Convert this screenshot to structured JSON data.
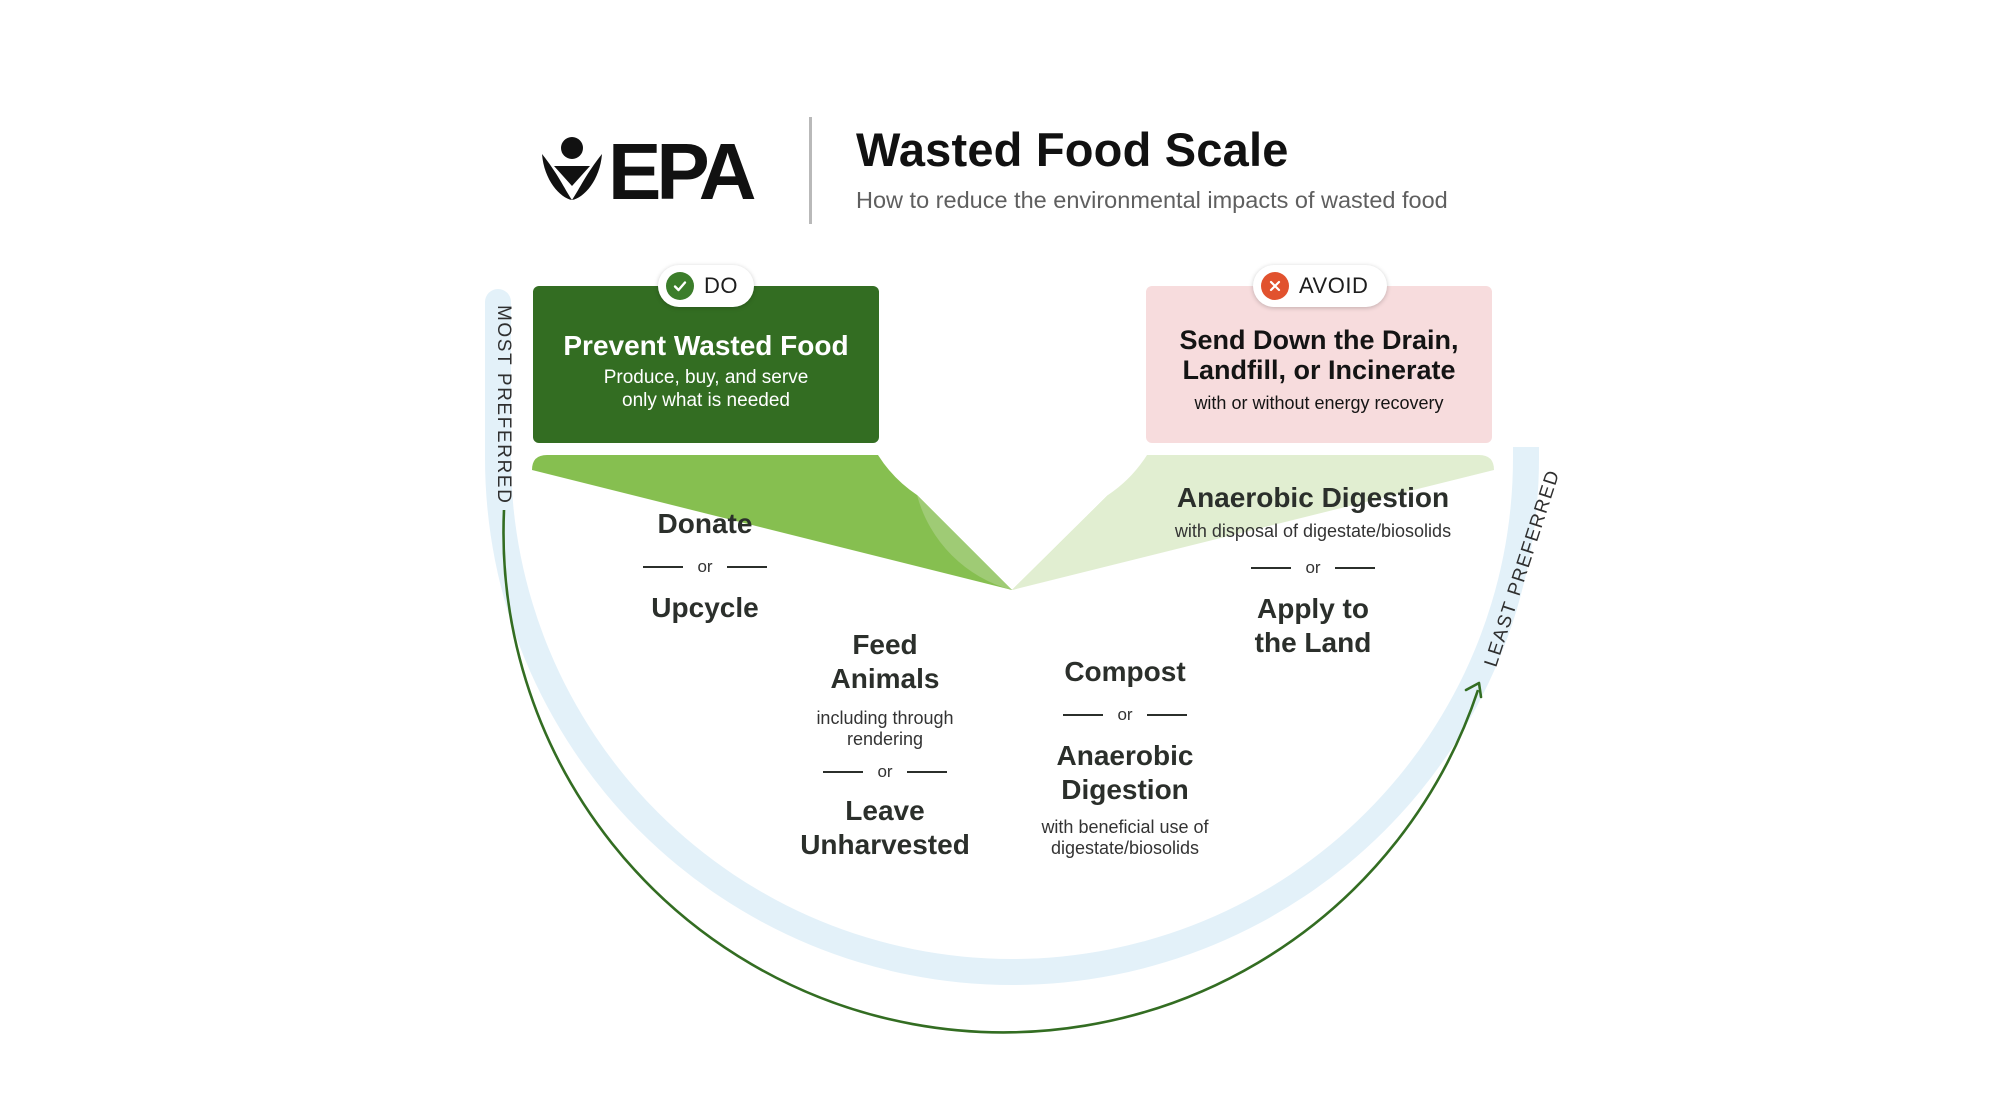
{
  "header": {
    "logo_text": "EPA",
    "title": "Wasted Food Scale",
    "subtitle": "How to reduce the environmental impacts of wasted food"
  },
  "scale": {
    "most_label": "MOST PREFERRED",
    "least_label": "LEAST PREFERRED"
  },
  "do": {
    "badge_label": "DO",
    "badge_icon": "check-icon",
    "title": "Prevent Wasted Food",
    "description": "Produce, buy, and serve\nonly what is needed",
    "color": "#336d22"
  },
  "avoid": {
    "badge_label": "AVOID",
    "badge_icon": "x-icon",
    "title": "Send Down the Drain,\nLandfill, or Incinerate",
    "description": "with or without energy recovery",
    "color": "#f7dcdd"
  },
  "or_label": "or",
  "segments": [
    {
      "color": "#86bf50",
      "primary": "Donate",
      "secondary": "Upcycle"
    },
    {
      "color": "#9fcb75",
      "primary": "Feed\nAnimals",
      "primary_note": "including through\nrendering",
      "secondary": "Leave\nUnharvested"
    },
    {
      "color": "#c4dea2",
      "primary": "Compost",
      "secondary": "Anaerobic\nDigestion",
      "secondary_note": "with beneficial use of\ndigestate/biosolids"
    },
    {
      "color": "#e1eed1",
      "primary": "Anaerobic Digestion",
      "primary_note": "with disposal of digestate/biosolids",
      "secondary": "Apply to\nthe Land"
    }
  ]
}
